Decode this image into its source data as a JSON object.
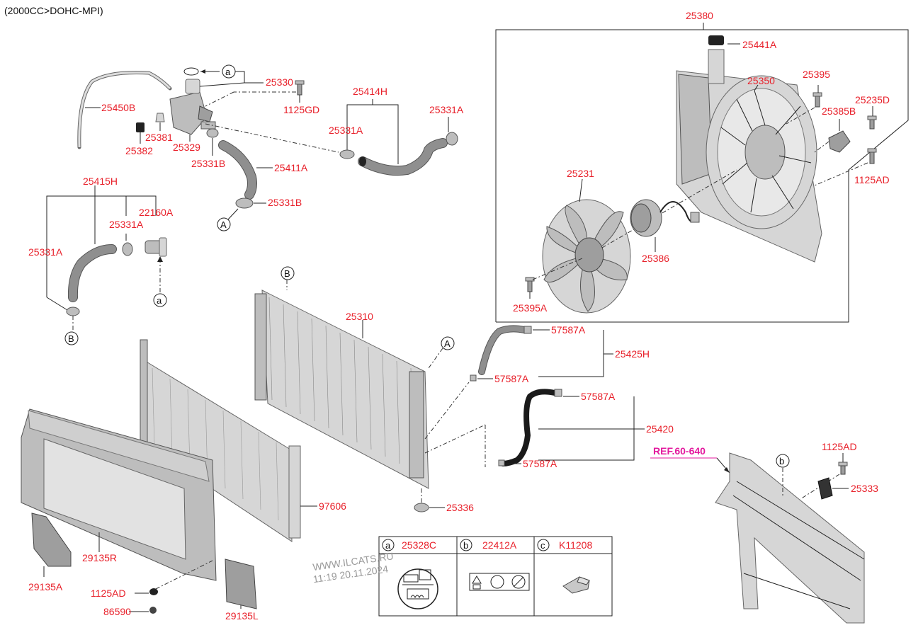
{
  "header": {
    "engine": "(2000CC>DOHC-MPI)"
  },
  "ref_label": "REF.60-640",
  "watermark": {
    "line1": "WWW.ILCATS.RU",
    "line2": "11:19 20.11.2024"
  },
  "circle_markers": {
    "a": "a",
    "b": "b",
    "c": "c",
    "A": "A",
    "B": "B"
  },
  "parts": {
    "p25380": "25380",
    "p25441A": "25441A",
    "p25350": "25350",
    "p25395": "25395",
    "p25235D": "25235D",
    "p25385B": "25385B",
    "p1125AD_fan": "1125AD",
    "p25231": "25231",
    "p25386": "25386",
    "p25395A": "25395A",
    "p25330": "25330",
    "p1125GD": "1125GD",
    "p25414H": "25414H",
    "p25331A_top": "25331A",
    "p25331A_mid": "25331A",
    "p25450B": "25450B",
    "p25381": "25381",
    "p25382": "25382",
    "p25329": "25329",
    "p25331B_upper": "25331B",
    "p25411A": "25411A",
    "p25331B_lower": "25331B",
    "p25415H": "25415H",
    "p22160A": "22160A",
    "p25331A_left": "25331A",
    "p25331A_inner": "25331A",
    "p25310": "25310",
    "p57587A_1": "57587A",
    "p25425H": "25425H",
    "p57587A_2": "57587A",
    "p57587A_3": "57587A",
    "p25420": "25420",
    "p57587A_4": "57587A",
    "p97606": "97606",
    "p25336": "25336",
    "p29135R": "29135R",
    "p29135A": "29135A",
    "p1125AD_bottom": "1125AD",
    "p86590": "86590",
    "p29135L": "29135L",
    "p1125AD_right": "1125AD",
    "p25333": "25333"
  },
  "legend": [
    {
      "key": "a",
      "part": "25328C"
    },
    {
      "key": "b",
      "part": "22412A"
    },
    {
      "key": "c",
      "part": "K11208"
    }
  ]
}
